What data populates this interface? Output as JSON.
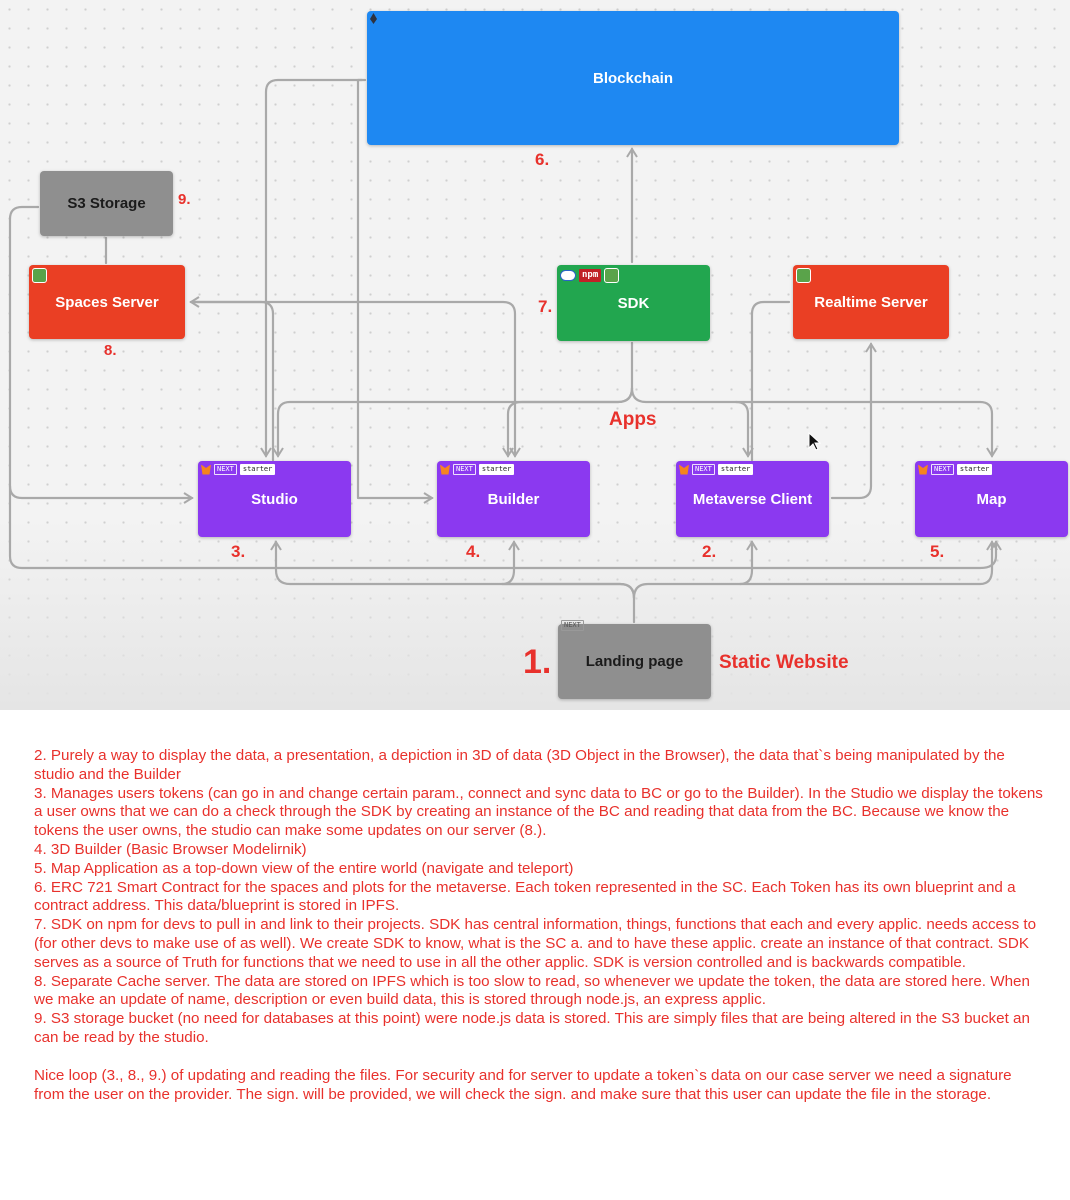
{
  "diagram": {
    "nodes": {
      "blockchain": "Blockchain",
      "s3_storage": "S3 Storage",
      "spaces_server": "Spaces Server",
      "sdk": "SDK",
      "realtime_server": "Realtime Server",
      "studio": "Studio",
      "builder": "Builder",
      "metaverse_client": "Metaverse Client",
      "map": "Map",
      "landing_page": "Landing page"
    },
    "numbers": {
      "blockchain": "6.",
      "s3_storage": "9.",
      "spaces_server": "8.",
      "sdk": "7.",
      "studio": "3.",
      "builder": "4.",
      "metaverse_client": "2.",
      "map": "5.",
      "landing_page": "1."
    },
    "labels": {
      "apps": "Apps",
      "static_website": "Static Website"
    },
    "badges": {
      "next": "NEXT",
      "npm": "npm",
      "starter": "starter"
    },
    "colors": {
      "blockchain": "#1e88f2",
      "server": "#ea3f24",
      "sdk": "#22a64f",
      "app": "#8b39f0",
      "storage": "#8f8f8f",
      "annotation": "#e8312c"
    }
  },
  "notes": [
    "2. Purely a way to display the data, a presentation, a depiction in 3D of data (3D Object in the Browser), the data that`s being manipulated by the studio and the Builder",
    "3. Manages users tokens (can go in and change certain param., connect and sync data to BC or go to the Builder). In the Studio we display the tokens a user owns that we can do a check through the SDK by creating an instance of the BC and reading that data from the BC. Because we know the tokens the user owns, the studio can make some updates on our server (8.).",
    "4. 3D Builder (Basic Browser Modelirnik)",
    "5. Map Application as a top-down view of the entire world (navigate and teleport)",
    "6. ERC 721 Smart Contract for the spaces and plots for the metaverse. Each token represented in the SC. Each Token has its own blueprint and a contract address. This data/blueprint is stored in IPFS.",
    "7. SDK on npm for devs to pull in and link to their projects. SDK has central information, things, functions that each and every applic. needs access to (for other devs to make use of as well). We create SDK to know, what is the SC a. and to have these applic. create an instance of that contract. SDK serves as a source of Truth for functions that we need to use in all the other applic. SDK is version controlled and is backwards compatible.",
    "8. Separate Cache server. The data are stored on IPFS which is too slow to read, so whenever we update the token, the data are stored here. When we make an update of name, description or even build data, this is stored through node.js, an express applic.",
    "9. S3 storage bucket (no need for databases at this point) were node.js data is stored. This are simply files that are being altered in the S3 bucket an can be read by the studio.",
    "Nice loop (3., 8., 9.) of updating and reading the files. For security and for server to update a token`s data on our case server we need a signature from the user on the provider. The sign. will be provided, we will check the sign. and make sure that this user can update the file in the storage."
  ]
}
